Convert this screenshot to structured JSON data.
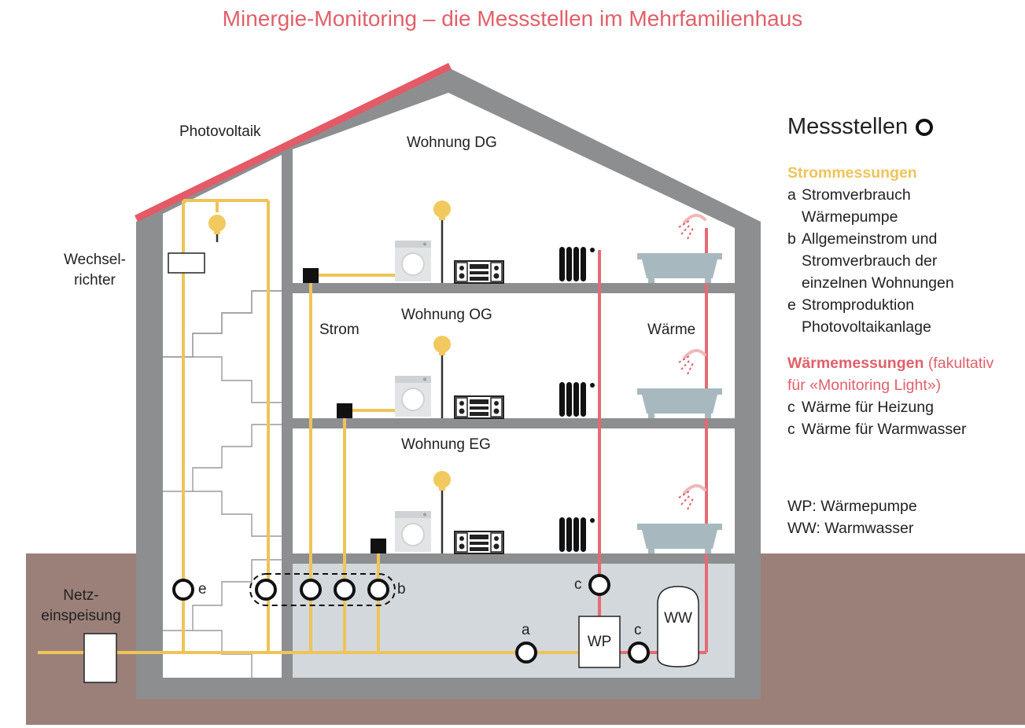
{
  "title": "Minergie-Monitoring – die Messstellen im Mehrfamilienhaus",
  "colors": {
    "title_red": "#e0606a",
    "strom_yellow": "#eec45a",
    "waerme_red": "#e56b74",
    "roof_red": "#e45a66",
    "wall_gray": "#8d8e90",
    "ground_brown": "#9b8079",
    "basement_gray": "#d2d8dc",
    "bath_blue": "#a7b9bf",
    "bulb_yellow": "#f2c95e"
  },
  "labels": {
    "photovoltaik": "Photovoltaik",
    "wechselrichter": "Wechsel-\nrichter",
    "netzeinspeisung": "Netz-\neinspeisung",
    "wohnung_dg": "Wohnung DG",
    "wohnung_og": "Wohnung OG",
    "wohnung_eg": "Wohnung EG",
    "strom": "Strom",
    "waerme": "Wärme",
    "wp": "WP",
    "ww": "WW"
  },
  "meters": {
    "e": "e",
    "b": "b",
    "c_heizung": "c",
    "a": "a",
    "c_warmwasser": "c"
  },
  "icons": [
    "solar-roof",
    "inverter-box",
    "light-bulb-icon",
    "washing-machine-icon",
    "stereo-icon",
    "radiator-icon",
    "bathtub-icon",
    "shower-icon",
    "electric-meter-icon",
    "heat-pump-box",
    "hot-water-tank"
  ],
  "legend": {
    "heading": "Messstellen",
    "strom_heading": "Strommessungen",
    "strom_items": [
      {
        "key": "a",
        "text": "Stromverbrauch\nWärmepumpe"
      },
      {
        "key": "b",
        "text": "Allgemeinstrom und\nStromverbrauch der\neinzelnen Wohnungen"
      },
      {
        "key": "e",
        "text": "Stromproduktion\nPhotovoltaikanlage"
      }
    ],
    "waerme_heading": "Wärmemessungen",
    "waerme_note": "(fakultativ\nfür «Monitoring Light»)",
    "waerme_items": [
      {
        "key": "c",
        "text": "Wärme für Heizung"
      },
      {
        "key": "c",
        "text": "Wärme für Warmwasser"
      }
    ],
    "abbreviations": [
      "WP: Wärmepumpe",
      "WW: Warmwasser"
    ]
  }
}
